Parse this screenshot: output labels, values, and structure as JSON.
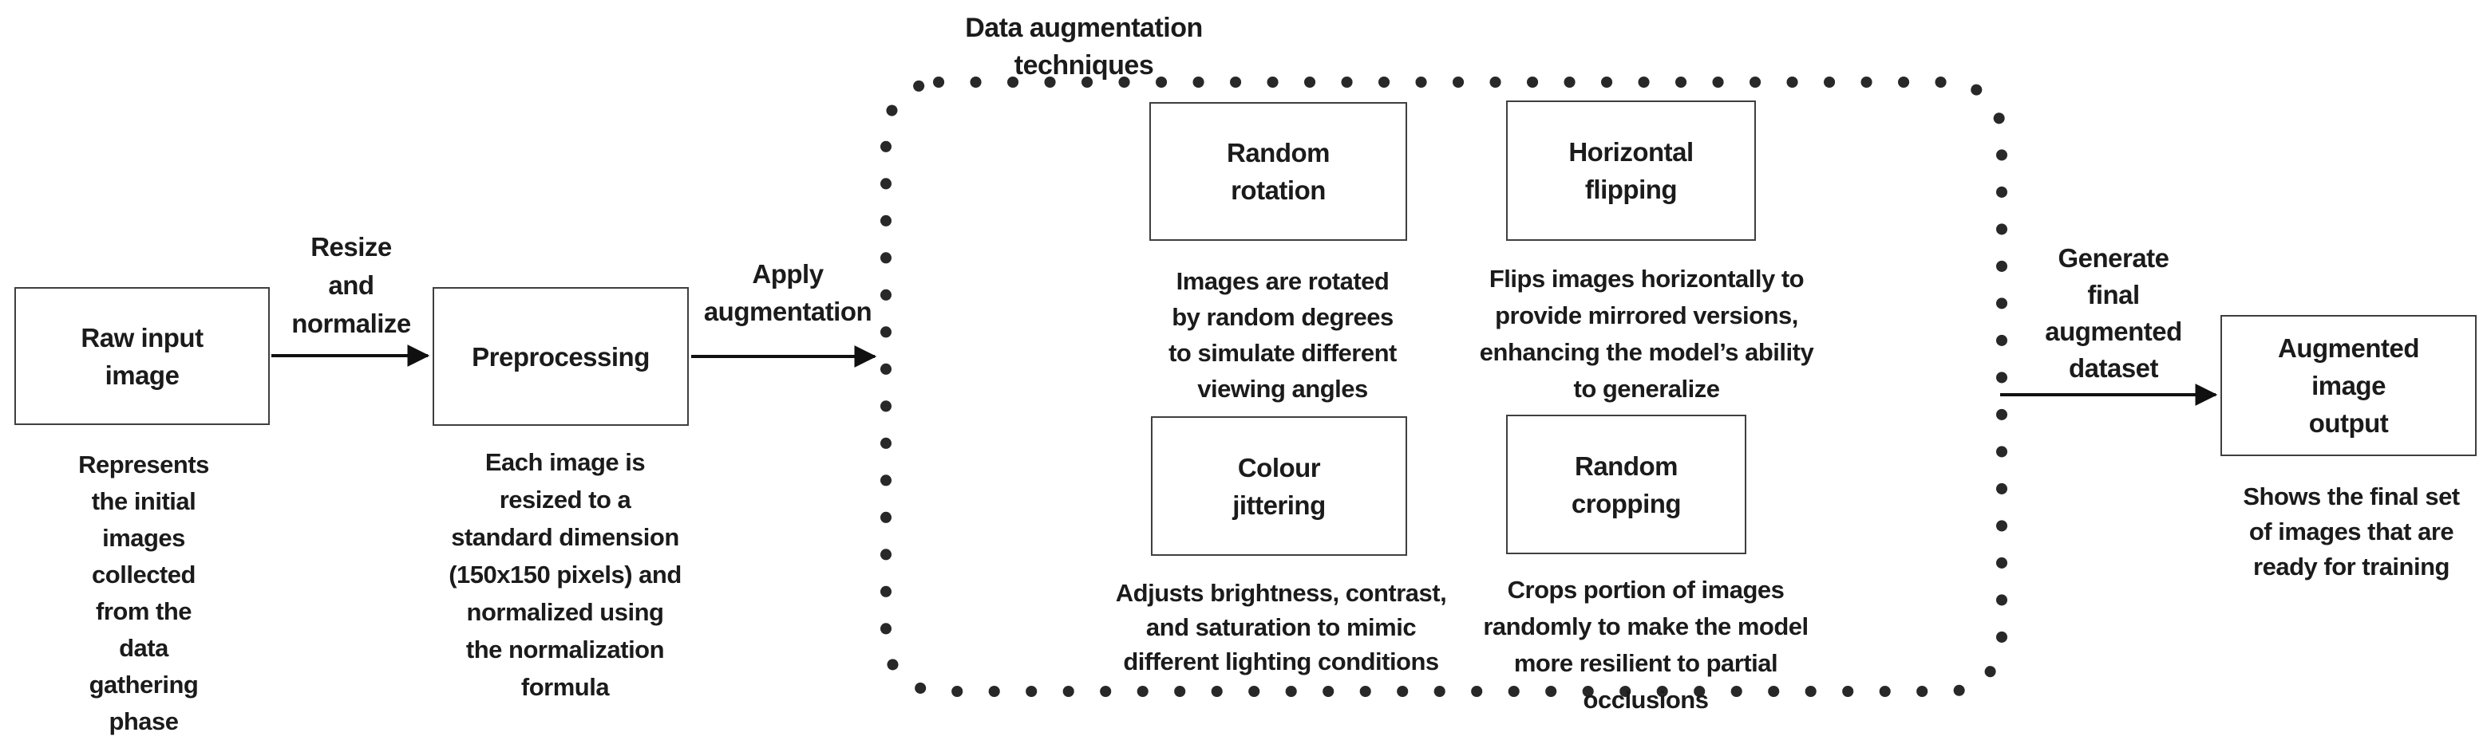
{
  "group": {
    "title": "Data augmentation\ntechniques"
  },
  "nodes": {
    "raw_input": {
      "label": "Raw input\nimage",
      "description": "Represents\nthe initial\nimages\ncollected\nfrom the\ndata\ngathering\nphase"
    },
    "preprocessing": {
      "label": "Preprocessing",
      "description": "Each image is\nresized to a\nstandard dimension\n(150x150 pixels) and\nnormalized using\nthe normalization\nformula"
    },
    "random_rotation": {
      "label": "Random\nrotation",
      "description": "Images are rotated\nby random degrees\nto simulate different\nviewing angles"
    },
    "horizontal_flipping": {
      "label": "Horizontal\nflipping",
      "description": "Flips images horizontally to\nprovide mirrored versions,\nenhancing the model’s ability\nto generalize"
    },
    "colour_jittering": {
      "label": "Colour\njittering",
      "description": "Adjusts brightness, contrast,\nand saturation to mimic\ndifferent lighting conditions"
    },
    "random_cropping": {
      "label": "Random\ncropping",
      "description": "Crops portion of images\nrandomly to make the model\nmore resilient to partial\nocclusions"
    },
    "augmented_output": {
      "label": "Augmented\nimage\noutput",
      "description": "Shows the final set\nof images that are\nready for training"
    }
  },
  "edges": {
    "resize_normalize": {
      "label": "Resize\nand\nnormalize"
    },
    "apply_augmentation": {
      "label": "Apply\naugmentation"
    },
    "generate_dataset": {
      "label": "Generate\nfinal\naugmented\ndataset"
    }
  },
  "colors": {
    "text": "#1b1b1b",
    "box_border": "#3f3f3f",
    "box_fill": "#ffffff",
    "dots": "#282828",
    "arrow": "#101010",
    "background": "#ffffff"
  }
}
